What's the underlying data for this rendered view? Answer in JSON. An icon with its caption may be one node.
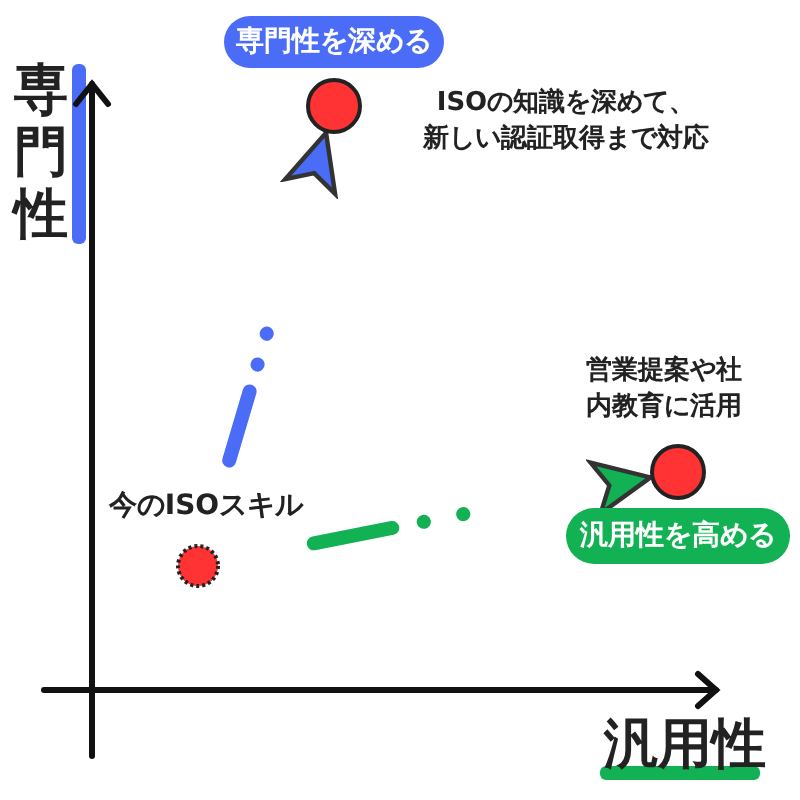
{
  "diagram": {
    "nodes": [
      {
        "text": [],
        "shape": "circle",
        "beside": [
          "今のISOスキル"
        ]
      },
      {
        "text": [],
        "shape": "circle"
      },
      {
        "text": [],
        "shape": "circle"
      },
      {
        "text": [
          "専門性を深める"
        ]
      },
      {
        "text": [
          "汎用性を高める"
        ]
      }
    ],
    "edges": [
      {
        "from": 0,
        "to": 1,
        "arrow": "to",
        "style": "dashed",
        "color": "#4a6cf7"
      },
      {
        "from": 0,
        "to": 2,
        "arrow": "to",
        "style": "dashed",
        "color": "#12b254"
      }
    ],
    "labels": [
      "専門性",
      "ISOの知識を深めて、新しい認証取得まで対応",
      "営業提案や社内教育に活用",
      "汎用性"
    ]
  }
}
